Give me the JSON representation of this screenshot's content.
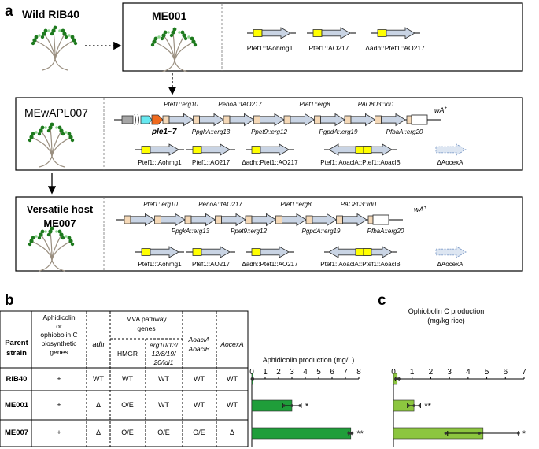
{
  "panel_a": {
    "label": "a",
    "wild_label": "Wild RIB40",
    "me001": {
      "title": "ME001",
      "genes": [
        "Ptef1::tAohmg1",
        "Ptef1::AO217",
        "Δadh::Ptef1::AO217"
      ]
    },
    "mewapl007": {
      "title": "MEwAPL007",
      "cluster_label": "ple1~7",
      "wa": "wA",
      "wa_sup": "+",
      "row1_top": [
        "Ptef1::erg10",
        "PenoA::tAO217",
        "Ptef1::erg8",
        "PAO803::idi1"
      ],
      "row1_bottom": [
        "PpgkA::erg13",
        "Ppet9::erg12",
        "PgpdA::erg19",
        "PfbaA::erg20"
      ],
      "row2": [
        "Ptef1::tAohmg1",
        "Ptef1::AO217",
        "Δadh::Ptef1::AO217",
        "Ptef1::AoaclA::Ptef1::AoaclB",
        "ΔAocexA"
      ]
    },
    "me007": {
      "title_line1": "Versatile host",
      "title_line2": "ME007",
      "wa": "wA",
      "wa_sup": "+",
      "row1_top": [
        "Ptef1::erg10",
        "PenoA::tAO217",
        "Ptef1::erg8",
        "PAO803::idi1"
      ],
      "row1_bottom": [
        "PpgkA::erg13",
        "Ppet9::erg12",
        "PgpdA::erg19",
        "PfbaA::erg20"
      ],
      "row2": [
        "Ptef1::tAohmg1",
        "Ptef1::AO217",
        "Δadh::Ptef1::AO217",
        "Ptef1::AoaclA::Ptef1::AoaclB",
        "ΔAocexA"
      ]
    }
  },
  "panel_b": {
    "label": "b",
    "table": {
      "col_parent": [
        "Parent",
        "strain"
      ],
      "col_biosynth": [
        "Aphidicolin",
        "or",
        "ophiobolin C",
        "biosynthetic",
        "genes"
      ],
      "col_adh": "adh",
      "col_mva": [
        "MVA pathway",
        "genes"
      ],
      "col_hmgr": "HMGR",
      "col_erg": [
        "erg10/13/",
        "12/8/19/",
        "20/idi1"
      ],
      "col_aocl": [
        "AoaclA",
        "AoaclB"
      ],
      "col_aocex": "AocexA",
      "rows": [
        {
          "strain": "RIB40",
          "biosynth": "+",
          "adh": "WT",
          "hmgr": "WT",
          "erg": "WT",
          "aocl": "WT",
          "aocex": "WT"
        },
        {
          "strain": "ME001",
          "biosynth": "+",
          "adh": "Δ",
          "hmgr": "O/E",
          "erg": "WT",
          "aocl": "WT",
          "aocex": "WT"
        },
        {
          "strain": "ME007",
          "biosynth": "+",
          "adh": "Δ",
          "hmgr": "O/E",
          "erg": "O/E",
          "aocl": "O/E",
          "aocex": "Δ"
        }
      ]
    }
  },
  "panel_c": {
    "label": "c"
  },
  "colors": {
    "arrow_fill": "#c9d4e4",
    "yellow": "#ffff00",
    "peach": "#f5d9b8",
    "cyan": "#66e8f0",
    "orange": "#f06a1e",
    "gray_block": "#a6a6a6",
    "ghost_fill": "#dde6f2",
    "ghost_stroke": "#7f9cc8",
    "bar_dark": "#1f9e3a",
    "bar_light": "#8cc63f",
    "tree_green": "#1e7a1e"
  },
  "chart_data": [
    {
      "type": "bar",
      "orientation": "horizontal",
      "title": "Aphidicolin production (mg/L)",
      "categories": [
        "RIB40",
        "ME001",
        "ME007"
      ],
      "values": [
        0.05,
        3.0,
        7.4
      ],
      "errors": [
        0.05,
        0.7,
        0.15
      ],
      "points": [
        [
          0.02,
          0.05,
          0.08
        ],
        [
          2.4,
          3.0,
          3.6
        ],
        [
          7.25,
          7.4,
          7.5
        ]
      ],
      "significance": [
        "",
        "*",
        "**"
      ],
      "xlim": [
        0,
        8
      ],
      "xticks": [
        0,
        1,
        2,
        3,
        4,
        5,
        6,
        7,
        8
      ],
      "bar_color": "#1f9e3a"
    },
    {
      "type": "bar",
      "orientation": "horizontal",
      "title": "Ophiobolin C production\n(mg/kg rice)",
      "title_lines": [
        "Ophiobolin C production",
        "(mg/kg rice)"
      ],
      "categories": [
        "RIB40",
        "ME001",
        "ME007"
      ],
      "values": [
        0.2,
        1.1,
        4.8
      ],
      "errors": [
        0.1,
        0.35,
        1.9
      ],
      "points": [
        [
          0.12,
          0.2,
          0.3
        ],
        [
          0.8,
          1.1,
          1.4
        ],
        [
          2.8,
          4.6,
          6.7
        ]
      ],
      "significance": [
        "",
        "**",
        "*"
      ],
      "xlim": [
        0,
        7
      ],
      "xticks": [
        0,
        1,
        2,
        3,
        4,
        5,
        6,
        7
      ],
      "bar_color": "#8cc63f"
    }
  ]
}
